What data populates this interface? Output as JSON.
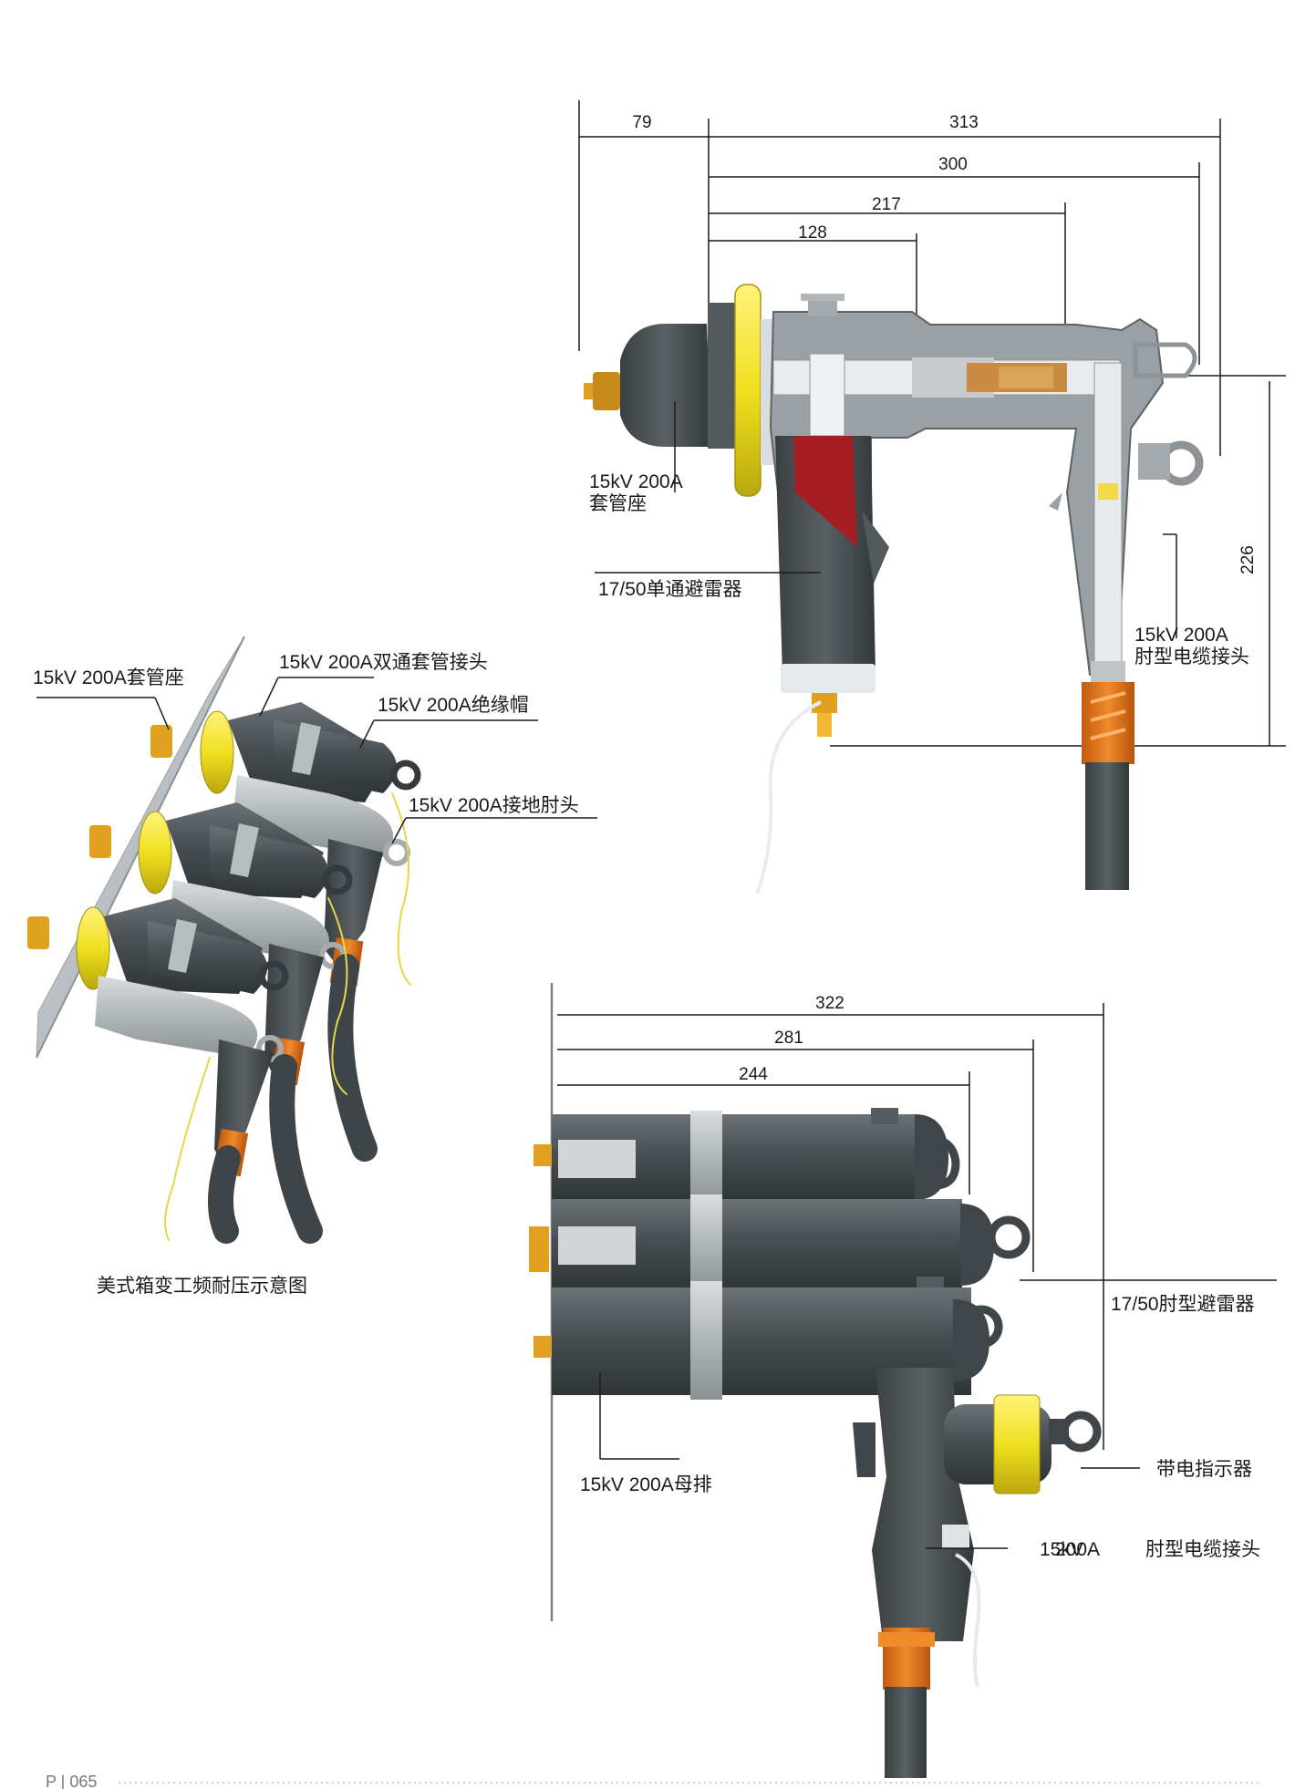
{
  "colors": {
    "body_dark": "#474d50",
    "body_mid": "#5a6063",
    "body_light": "#b9bec1",
    "cut_gray": "#9aa0a4",
    "yellow": "#f0e020",
    "orange": "#e8781e",
    "red": "#a51e24",
    "brass": "#e0a020",
    "line": "#1a1a1a"
  },
  "top_diagram": {
    "dimensions": {
      "d79": "79",
      "d313": "313",
      "d300": "300",
      "d217": "217",
      "d128": "128",
      "d226": "226"
    },
    "labels": {
      "bushing_well_l1": "15kV 200A",
      "bushing_well_l2": "套管座",
      "arrester": "17/50单通避雷器",
      "elbow_l1": "15kV 200A",
      "elbow_l2": "肘型电缆接头"
    }
  },
  "left_diagram": {
    "labels": {
      "bushing_well": "15kV 200A套管座",
      "feedthru": "15kV 200A双通套管接头",
      "insulating_cap": "15kV 200A绝缘帽",
      "grounding_elbow": "15kV 200A接地肘头"
    },
    "caption": "美式箱变工频耐压示意图"
  },
  "bottom_diagram": {
    "dimensions": {
      "d322": "322",
      "d281": "281",
      "d244": "244"
    },
    "labels": {
      "elbow_arrester": "17/50肘型避雷器",
      "indicator": "带电指示器",
      "busbar": "15kV 200A母排",
      "elbow_a": "15kV",
      "elbow_b": "200A",
      "elbow_c": "肘型电缆接头"
    }
  },
  "footer": {
    "page": "P | 065"
  }
}
